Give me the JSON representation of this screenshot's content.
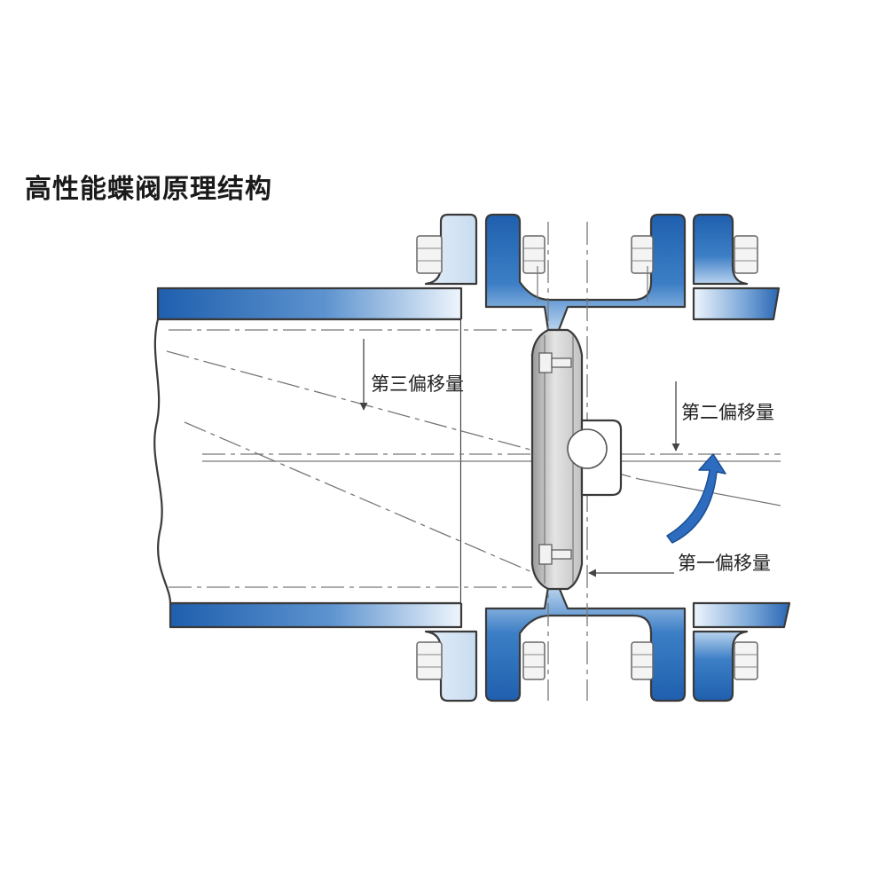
{
  "title": "高性能蝶阀原理结构",
  "labels": {
    "third_offset": "第三偏移量",
    "second_offset": "第二偏移量",
    "first_offset": "第一偏移量"
  },
  "colors": {
    "steel_blue": "#1f5fae",
    "pale_blue": "#d6e6f5",
    "outline": "#3a3a3a",
    "disc_gray": "#b8b8b8",
    "rotation_arrow": "#2e6cc0"
  },
  "icons": {
    "rotation": "curved-arrow-icon"
  }
}
